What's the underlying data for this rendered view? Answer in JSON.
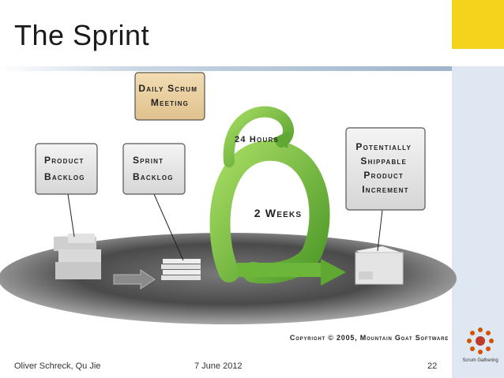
{
  "slide": {
    "title": "The Sprint"
  },
  "diagram": {
    "daily_scrum": "Daily Scrum Meeting",
    "daily_scrum_lines": [
      "Daily Scrum",
      "Meeting"
    ],
    "hours_label": "24 Hours",
    "weeks_label": "2 Weeks",
    "product_backlog_lines": [
      "Product",
      "Backlog"
    ],
    "sprint_backlog_lines": [
      "Sprint",
      "Backlog"
    ],
    "increment_lines": [
      "Potentially",
      "Shippable",
      "Product",
      "Increment"
    ],
    "copyright": "Copyright © 2005, Mountain Goat Software"
  },
  "footer": {
    "authors": "Oliver Schreck, Qu Jie",
    "date": "7 June 2012",
    "page_number": "22"
  },
  "logo": {
    "caption": "Scrum Gathering"
  },
  "colors": {
    "accent_yellow": "#f5d21c",
    "side_panel": "#dfe8f2",
    "arrow_green": "#7cc244",
    "scrum_box": "#e9cf9f",
    "label_box": "#e2e2e2"
  }
}
